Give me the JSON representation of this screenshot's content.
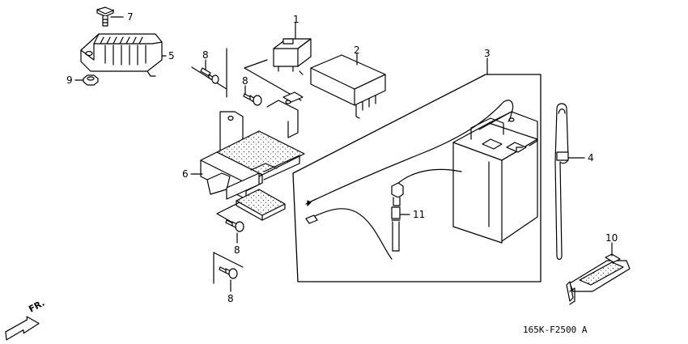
{
  "callouts": {
    "p1": "1",
    "p2": "2",
    "p3": "3",
    "p4": "4",
    "p5": "5",
    "p6": "6",
    "p7": "7",
    "p8a": "8",
    "p8b": "8",
    "p8c": "8",
    "p8d": "8",
    "p9": "9",
    "p10": "10",
    "p11": "11"
  },
  "direction_label": "FR.",
  "figure_code": "165K-F2500 A",
  "colors": {
    "ink": "#000000",
    "paper": "#ffffff",
    "texture": "#6b6b6b"
  }
}
